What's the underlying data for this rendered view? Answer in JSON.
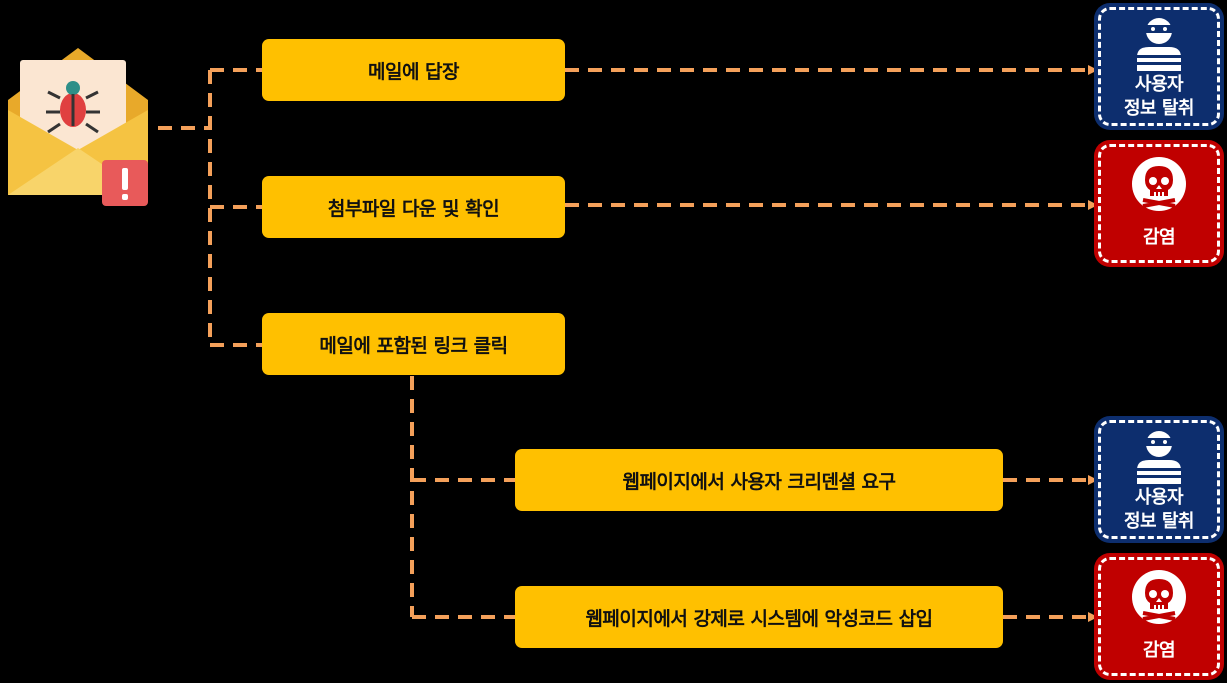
{
  "source": {
    "icon": "email-bug-alert-icon"
  },
  "steps": [
    {
      "label": "메일에 답장"
    },
    {
      "label": "첨부파일 다운 및 확인"
    },
    {
      "label": "메일에 포함된 링크 클릭"
    },
    {
      "label": "웹페이지에서 사용자 크리덴셜 요구"
    },
    {
      "label": "웹페이지에서 강제로 시스템에 악성코드 삽입"
    }
  ],
  "results": [
    {
      "label": "사용자\n정보 탈취",
      "icon": "thief-icon",
      "kind": "theft"
    },
    {
      "label": "감염",
      "icon": "skull-icon",
      "kind": "infect"
    },
    {
      "label": "사용자\n정보 탈취",
      "icon": "thief-icon",
      "kind": "theft"
    },
    {
      "label": "감염",
      "icon": "skull-icon",
      "kind": "infect"
    }
  ],
  "colors": {
    "step": "#ffc000",
    "connector": "#f4a05a",
    "theft": "#0d2e6e",
    "infect": "#c00000"
  }
}
